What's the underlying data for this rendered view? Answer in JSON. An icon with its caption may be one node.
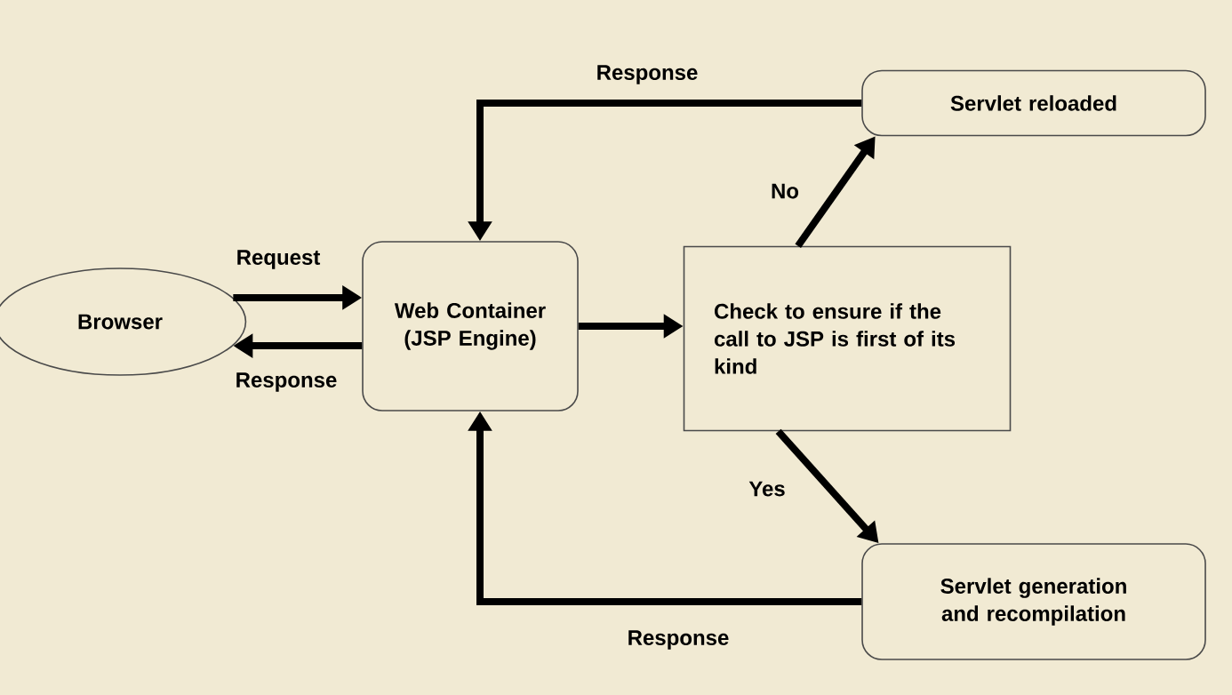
{
  "diagram": {
    "nodes": [
      {
        "text": [
          "Browser"
        ]
      },
      {
        "text": [
          "Web Container (JSP Engine)"
        ]
      },
      {
        "text": [
          "Check to ensure if the call to JSP is first of its kind"
        ]
      },
      {
        "text": [
          "Servlet reloaded"
        ]
      },
      {
        "text": [
          "Servlet generation and recompilation"
        ]
      }
    ],
    "edges": [
      {
        "from": 0,
        "to": 1,
        "arrow": "to",
        "label": "Request"
      },
      {
        "from": 1,
        "to": 0,
        "arrow": "to",
        "label": "Response"
      },
      {
        "from": 1,
        "to": 2,
        "arrow": "to"
      },
      {
        "from": 2,
        "to": 3,
        "arrow": "to",
        "label": "No"
      },
      {
        "from": 2,
        "to": 4,
        "arrow": "to",
        "label": "Yes"
      },
      {
        "from": 3,
        "to": 1,
        "arrow": "to",
        "label": "Response"
      },
      {
        "from": 4,
        "to": 1,
        "arrow": "to",
        "label": "Response"
      }
    ]
  }
}
